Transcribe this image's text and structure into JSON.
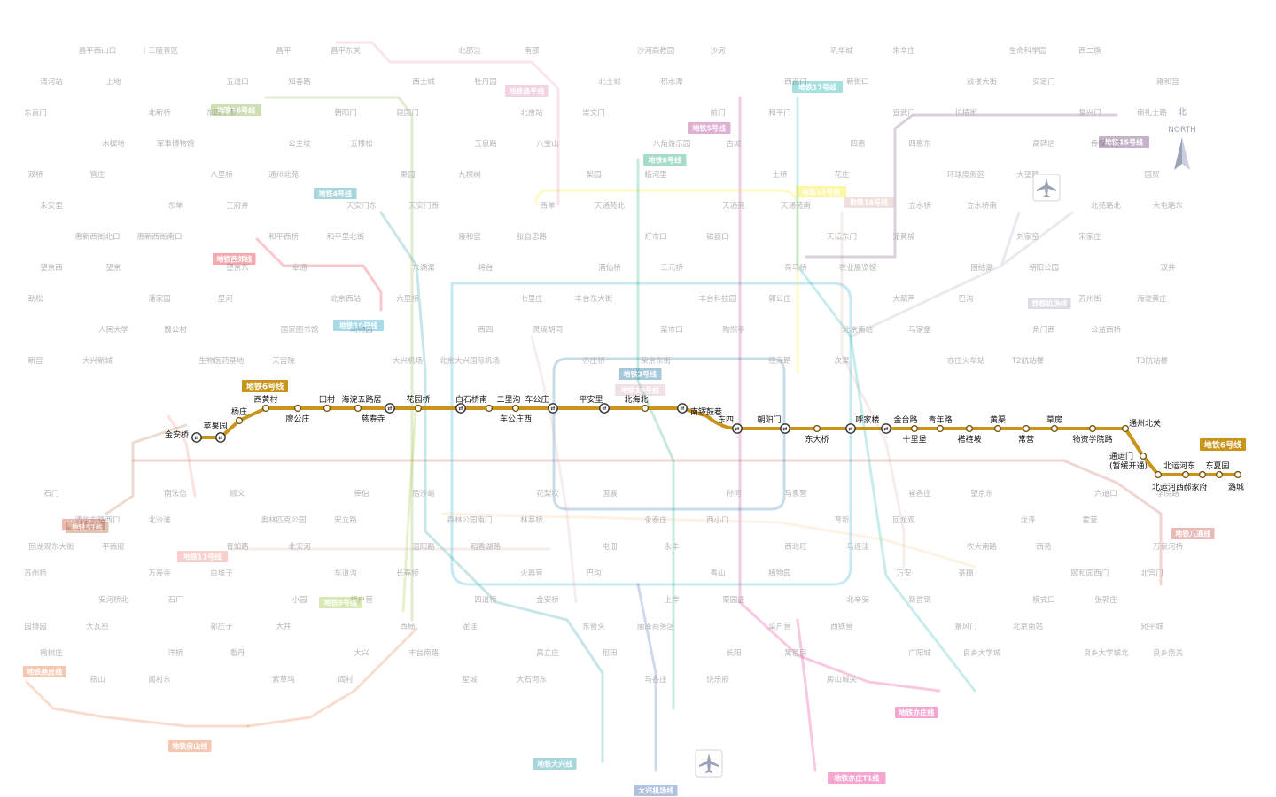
{
  "map": {
    "highlight_line": {
      "name": "地铁6号线",
      "color": "#c9941a",
      "stations": [
        {
          "name": "金安桥",
          "transfer": true
        },
        {
          "name": "苹果园",
          "transfer": true
        },
        {
          "name": "杨庄",
          "transfer": false
        },
        {
          "name": "西黄村",
          "transfer": false
        },
        {
          "name": "廖公庄",
          "transfer": false
        },
        {
          "name": "田村",
          "transfer": false
        },
        {
          "name": "海淀五路居",
          "transfer": false
        },
        {
          "name": "慈寿寺",
          "transfer": true
        },
        {
          "name": "花园桥",
          "transfer": false
        },
        {
          "name": "白石桥南",
          "transfer": true
        },
        {
          "name": "二里沟",
          "transfer": false
        },
        {
          "name": "车公庄西",
          "transfer": false
        },
        {
          "name": "车公庄",
          "transfer": true
        },
        {
          "name": "平安里",
          "transfer": true
        },
        {
          "name": "北海北",
          "transfer": false
        },
        {
          "name": "南锣鼓巷",
          "transfer": true
        },
        {
          "name": "东四",
          "transfer": true
        },
        {
          "name": "朝阳门",
          "transfer": true
        },
        {
          "name": "东大桥",
          "transfer": false
        },
        {
          "name": "呼家楼",
          "transfer": true
        },
        {
          "name": "金台路",
          "transfer": true
        },
        {
          "name": "十里堡",
          "transfer": false
        },
        {
          "name": "青年路",
          "transfer": false
        },
        {
          "name": "褡裢坡",
          "transfer": false
        },
        {
          "name": "黄渠",
          "transfer": false
        },
        {
          "name": "常营",
          "transfer": false
        },
        {
          "name": "草房",
          "transfer": false
        },
        {
          "name": "物资学院路",
          "transfer": false
        },
        {
          "name": "通州北关",
          "transfer": false
        },
        {
          "name": "通运门（暂缓开通）",
          "transfer": false
        },
        {
          "name": "北运河西",
          "transfer": false
        },
        {
          "name": "北运河东",
          "transfer": false
        },
        {
          "name": "郝家府",
          "transfer": false
        },
        {
          "name": "东夏园",
          "transfer": false
        },
        {
          "name": "潞城",
          "transfer": false
        }
      ]
    },
    "background_lines": [
      {
        "name": "地铁1号线",
        "color": "#c23a30"
      },
      {
        "name": "地铁2号线",
        "color": "#006098"
      },
      {
        "name": "地铁4号线",
        "color": "#008e9c"
      },
      {
        "name": "地铁5号线",
        "color": "#a6217f"
      },
      {
        "name": "地铁8号线",
        "color": "#009b6b"
      },
      {
        "name": "地铁9号线",
        "color": "#8fc31f"
      },
      {
        "name": "地铁10号线",
        "color": "#009bc0"
      },
      {
        "name": "地铁13号线",
        "color": "#f9e700"
      },
      {
        "name": "地铁14号线",
        "color": "#d5a7a1"
      },
      {
        "name": "地铁15号线",
        "color": "#5b2c68"
      },
      {
        "name": "地铁16号线",
        "color": "#76a32e"
      },
      {
        "name": "地铁17号线",
        "color": "#00a9a9"
      },
      {
        "name": "地铁19号线",
        "color": "#d6abc1"
      },
      {
        "name": "地铁昌平线",
        "color": "#de82b2"
      },
      {
        "name": "地铁房山线",
        "color": "#e46022"
      },
      {
        "name": "地铁亦庄线",
        "color": "#e40077"
      },
      {
        "name": "地铁八通线",
        "color": "#c23a30"
      },
      {
        "name": "大兴机场线",
        "color": "#1d4fa0"
      },
      {
        "name": "首都机场线",
        "color": "#a29bbb"
      },
      {
        "name": "地铁西郊线",
        "color": "#e50619"
      },
      {
        "name": "地铁亦庄T1线",
        "color": "#e40077"
      },
      {
        "name": "地铁S1线",
        "color": "#a45a2a"
      },
      {
        "name": "地铁燕房线",
        "color": "#e46022"
      },
      {
        "name": "地铁11号线",
        "color": "#ed796b"
      },
      {
        "name": "地铁大兴线",
        "color": "#008e9c"
      }
    ],
    "background_stations": [
      "昌平西山口",
      "十三陵景区",
      "昌平",
      "昌平东关",
      "北邵洼",
      "南邵",
      "沙河高教园",
      "沙河",
      "巩华城",
      "朱辛庄",
      "生命科学园",
      "西二旗",
      "清河站",
      "上地",
      "五道口",
      "知春路",
      "西土城",
      "牡丹园",
      "北土城",
      "积水潭",
      "西直门",
      "新街口",
      "鼓楼大街",
      "安定门",
      "雍和宫",
      "东直门",
      "北新桥",
      "东四十条",
      "朝阳门",
      "建国门",
      "北京站",
      "崇文门",
      "前门",
      "和平门",
      "宣武门",
      "长椿街",
      "复兴门",
      "南礼士路",
      "木樨地",
      "军事博物馆",
      "公主坟",
      "五棵松",
      "玉泉路",
      "八宝山",
      "八角游乐园",
      "古城",
      "四惠",
      "四惠东",
      "高碑店",
      "传媒大学",
      "双桥",
      "管庄",
      "八里桥",
      "通州北苑",
      "果园",
      "九棵树",
      "梨园",
      "临河里",
      "土桥",
      "花庄",
      "环球度假区",
      "大望路",
      "国贸",
      "永安里",
      "东单",
      "王府井",
      "天安门东",
      "天安门西",
      "西单",
      "天通苑北",
      "天通苑",
      "天通苑南",
      "立水桥",
      "立水桥南",
      "北苑路北",
      "大屯路东",
      "惠新西街北口",
      "惠新西街南口",
      "和平西桥",
      "和平里北街",
      "雍和宫",
      "张自忠路",
      "灯市口",
      "磁器口",
      "天坛东门",
      "蒲黄榆",
      "刘家窑",
      "宋家庄",
      "望京西",
      "望京",
      "望京东",
      "阜通",
      "东湖渠",
      "将台",
      "酒仙桥",
      "三元桥",
      "亮马桥",
      "农业展览馆",
      "团结湖",
      "朝阳公园",
      "双井",
      "劲松",
      "潘家园",
      "十里河",
      "北京西站",
      "六里桥",
      "七里庄",
      "丰台东大街",
      "丰台科技园",
      "郭公庄",
      "大葫芦",
      "巴沟",
      "苏州街",
      "海淀黄庄",
      "人民大学",
      "魏公村",
      "国家图书馆",
      "动物园",
      "西四",
      "灵境胡同",
      "菜市口",
      "陶然亭",
      "北京南站",
      "马家堡",
      "角门西",
      "公益西桥",
      "新宫",
      "大兴新城",
      "生物医药基地",
      "天宫院",
      "大兴机场",
      "北京大兴国际机场",
      "亦庄桥",
      "荣京东街",
      "经海路",
      "次渠",
      "亦庄火车站",
      "T2航站楼",
      "T3航站楼",
      "石门",
      "南法信",
      "顺义",
      "俸伯",
      "后沙峪",
      "花梨坎",
      "国展",
      "孙河",
      "马泉营",
      "崔各庄",
      "望京东",
      "六道口",
      "学院路",
      "清华东路西口",
      "北沙滩",
      "奥林匹克公园",
      "安立路",
      "森林公园南门",
      "林萃桥",
      "永泰庄",
      "西小口",
      "育新",
      "回龙观",
      "龙泽",
      "霍营",
      "回龙观东大街",
      "平西府",
      "育知路",
      "北安河",
      "温阳路",
      "稻香湖路",
      "屯佃",
      "永丰",
      "西北旺",
      "马连洼",
      "农大南路",
      "西苑",
      "万泉河桥",
      "苏州桥",
      "万寿寺",
      "白堆子",
      "车道沟",
      "长春桥",
      "火器营",
      "巴沟",
      "香山",
      "植物园",
      "万安",
      "茶棚",
      "颐和园西门",
      "北宫门",
      "安河桥北",
      "石厂",
      "小园",
      "桥户营",
      "四道桥",
      "金安桥",
      "上岸",
      "栗园庄",
      "北辛安",
      "新首钢",
      "模式口",
      "张郭庄",
      "园博园",
      "大瓦窑",
      "郭庄子",
      "大井",
      "西局",
      "泥洼",
      "东管头",
      "丽泽商务区",
      "菜户营",
      "西铁营",
      "景风门",
      "北京南站",
      "宛平城",
      "榆树庄",
      "洋桥",
      "看丹",
      "大兴",
      "丰台南路",
      "高立庄",
      "稻田",
      "长阳",
      "篱笆房",
      "广阳城",
      "良乡大学城",
      "良乡大学城北",
      "良乡南关",
      "燕山",
      "阎村东",
      "紫草坞",
      "阎村",
      "星城",
      "大石河东",
      "马各庄",
      "饶乐府",
      "房山城关"
    ]
  },
  "north": {
    "cn": "北",
    "en": "NORTH"
  },
  "labels": {
    "tonyunmen_line1": "通运门",
    "tonyunmen_line2": "(暂缓开通)"
  }
}
